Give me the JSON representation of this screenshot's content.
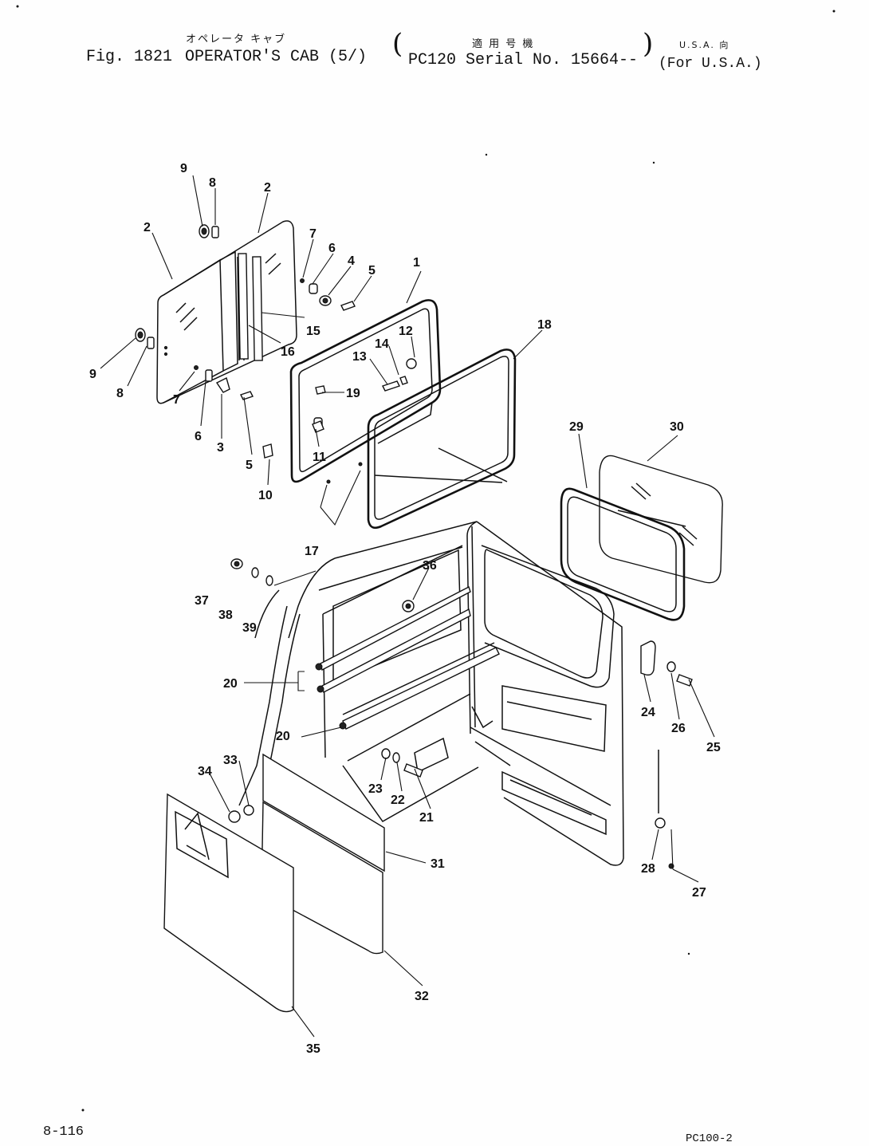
{
  "header": {
    "fig_prefix": "Fig. 1821",
    "title_jp": "オペレータ キャブ",
    "title": "OPERATOR'S CAB (5/)",
    "applicable_jp": "適 用 号 機",
    "serial": "PC120 Serial No. 15664--",
    "region_jp": "U.S.A. 向",
    "region": "(For U.S.A.)"
  },
  "callouts": [
    "1",
    "2",
    "2",
    "3",
    "4",
    "5",
    "5",
    "6",
    "6",
    "7",
    "7",
    "8",
    "8",
    "9",
    "9",
    "10",
    "11",
    "12",
    "13",
    "14",
    "15",
    "16",
    "17",
    "18",
    "19",
    "20",
    "20",
    "21",
    "22",
    "23",
    "24",
    "25",
    "26",
    "27",
    "28",
    "29",
    "30",
    "31",
    "32",
    "33",
    "34",
    "35",
    "36",
    "37",
    "38",
    "39"
  ],
  "footer": {
    "page_code": "8-116",
    "model_code": "PC100-2"
  }
}
